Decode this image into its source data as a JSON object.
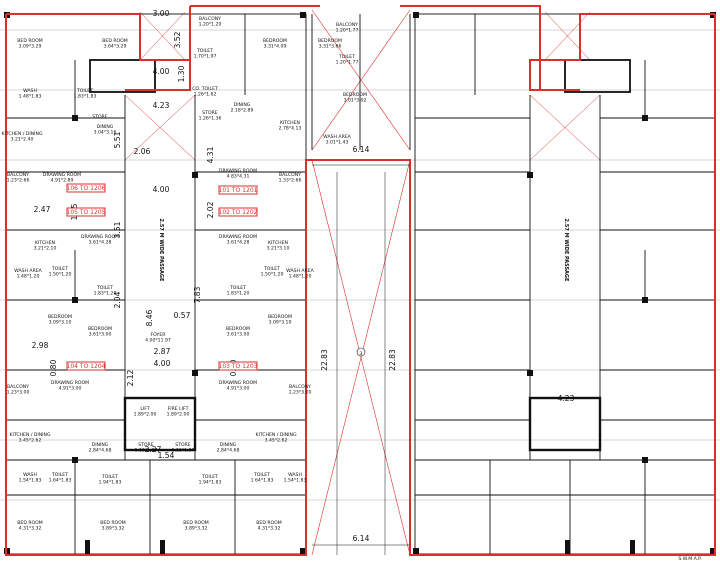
{
  "title": "",
  "dimensions": [
    "3.00",
    "3.52",
    "4.00",
    "1.30",
    "4.23",
    "5.51",
    "2.06",
    "4.31",
    "4.00",
    "2.47",
    "1.05",
    "3.51",
    "2.02",
    "2.04",
    "7.83",
    "8.46",
    "0.57",
    "2.98",
    "2.87",
    "4.00",
    "0.80",
    "0.60",
    "2.12",
    "1.54",
    "6.14",
    "22.83",
    "22.83",
    "6.14",
    "4.23",
    "2.27"
  ],
  "room_labels": [
    {
      "name": "BED ROOM",
      "size": "3.09*3.29"
    },
    {
      "name": "BED ROOM",
      "size": "3.64*3.29"
    },
    {
      "name": "BALCONY",
      "size": "1.20*1.20"
    },
    {
      "name": "TOILET",
      "size": "1.70*1.97"
    },
    {
      "name": "BEDROOM",
      "size": "3.31*4.09"
    },
    {
      "name": "BEDROOM",
      "size": "3.31*3.66"
    },
    {
      "name": "BALCONY",
      "size": "1.20*1.77"
    },
    {
      "name": "TOILET",
      "size": "1.20*1.77"
    },
    {
      "name": "WASH",
      "size": "1.48*1.83"
    },
    {
      "name": "TOILET",
      "size": "1.83*1.83"
    },
    {
      "name": "CO. TOILET",
      "size": "1.26*1.62"
    },
    {
      "name": "STORE",
      "size": ""
    },
    {
      "name": "KITCHEN / DINING",
      "size": "3.21*2.40"
    },
    {
      "name": "DINING",
      "size": "3.04*3.16"
    },
    {
      "name": "STORE",
      "size": "1.26*1.36"
    },
    {
      "name": "DINING",
      "size": "2.18*2.89"
    },
    {
      "name": "KITCHEN",
      "size": "2.78*4.13"
    },
    {
      "name": "BEDROOM",
      "size": "3.01*3.02"
    },
    {
      "name": "WASH AREA",
      "size": "3.01*1.43"
    },
    {
      "name": "BALCONY",
      "size": "1.23*2.66"
    },
    {
      "name": "DRAWING ROOM",
      "size": "4.91*2.89"
    },
    {
      "name": "DRAWING ROOM",
      "size": "4.83*4.31"
    },
    {
      "name": "BALCONY",
      "size": "1.33*2.66"
    },
    {
      "name": "DRAWING ROOM",
      "size": "3.61*4.28"
    },
    {
      "name": "DRAWING ROOM",
      "size": "3.61*4.28"
    },
    {
      "name": "KITCHEN",
      "size": "3.21*2.10"
    },
    {
      "name": "KITCHEN",
      "size": "3.21*3.10"
    },
    {
      "name": "WASH AREA",
      "size": "1.48*1.20"
    },
    {
      "name": "TOILET",
      "size": "1.50*1.20"
    },
    {
      "name": "TOILET",
      "size": "1.83*1.20"
    },
    {
      "name": "TOILET",
      "size": "1.83*1.20"
    },
    {
      "name": "TOILET",
      "size": "1.50*1.20"
    },
    {
      "name": "WASH AREA",
      "size": "1.48*1.20"
    },
    {
      "name": "BEDROOM",
      "size": "3.09*3.10"
    },
    {
      "name": "BEDROOM",
      "size": "3.61*3.00"
    },
    {
      "name": "BEDROOM",
      "size": "3.61*3.00"
    },
    {
      "name": "BEDROOM",
      "size": "3.09*3.10"
    },
    {
      "name": "FOYER",
      "size": "4.00*11.97"
    },
    {
      "name": "DRAWING ROOM",
      "size": "4.91*3.00"
    },
    {
      "name": "DRAWING ROOM",
      "size": "4.91*3.00"
    },
    {
      "name": "BALCONY",
      "size": "1.23*3.00"
    },
    {
      "name": "BALCONY",
      "size": "1.23*3.00"
    },
    {
      "name": "LIFT",
      "size": "1.89*2.00"
    },
    {
      "name": "FIRE LIFT",
      "size": "1.89*2.00"
    },
    {
      "name": "KITCHEN / DINING",
      "size": "3.45*2.62"
    },
    {
      "name": "DINING",
      "size": "2.84*4.68"
    },
    {
      "name": "STORE",
      "size": "1.12*1.27"
    },
    {
      "name": "STORE",
      "size": "1.12*1.27"
    },
    {
      "name": "DINING",
      "size": "2.84*4.68"
    },
    {
      "name": "KITCHEN / DINING",
      "size": "3.45*2.62"
    },
    {
      "name": "WASH",
      "size": "1.54*1.83"
    },
    {
      "name": "TOILET",
      "size": "1.64*1.83"
    },
    {
      "name": "TOILET",
      "size": "1.94*1.83"
    },
    {
      "name": "TOILET",
      "size": "1.94*1.83"
    },
    {
      "name": "TOILET",
      "size": "1.64*1.83"
    },
    {
      "name": "WASH",
      "size": "1.54*1.83"
    },
    {
      "name": "BED ROOM",
      "size": "4.31*3.32"
    },
    {
      "name": "BED ROOM",
      "size": "3.89*3.32"
    },
    {
      "name": "BED ROOM",
      "size": "3.89*3.32"
    },
    {
      "name": "BED ROOM",
      "size": "4.31*3.32"
    }
  ],
  "unit_tags": [
    "106 TO 1206",
    "101 TO 1201",
    "105 TO 1205",
    "102 TO 1202",
    "104 TO 1204",
    "103 TO 1203"
  ],
  "passage_label": "2.57 M WIDE PASSAGE",
  "center_marker": "3",
  "footnote": "S.W.M A.P.",
  "colors": {
    "boundary": "#d9302c",
    "wall": "#111111",
    "background": "#ffffff"
  }
}
